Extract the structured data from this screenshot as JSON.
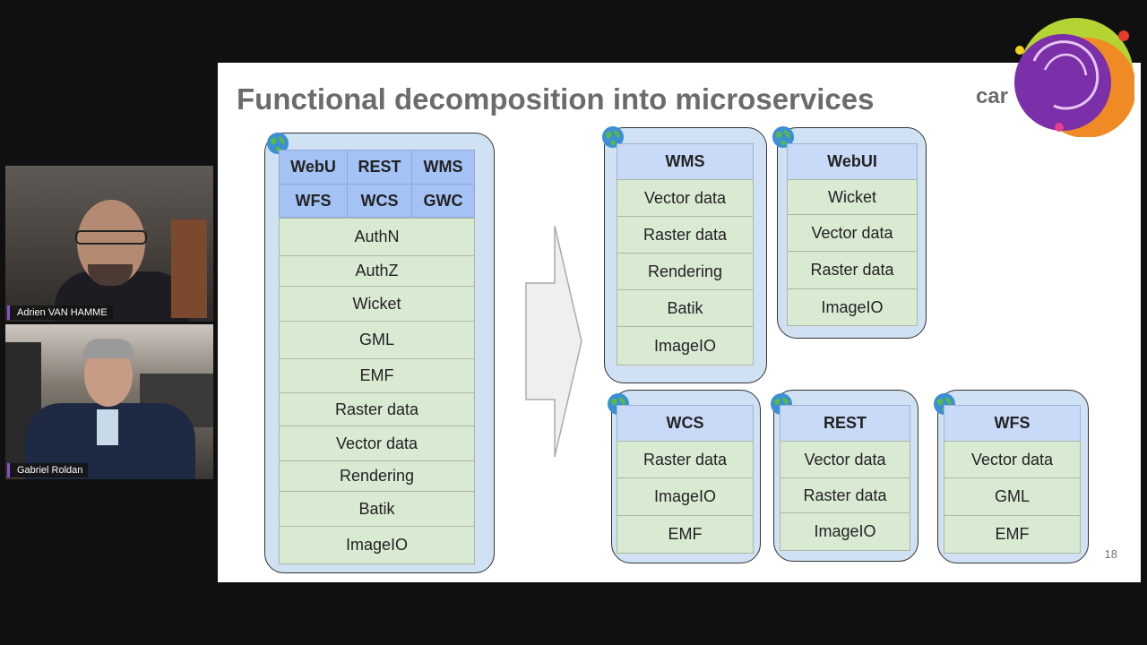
{
  "participants": [
    {
      "name": "Adrien VAN HAMME"
    },
    {
      "name": "Gabriel Roldan"
    }
  ],
  "slide": {
    "title": "Functional decomposition into microservices",
    "brand_partial": "car",
    "page_number": "18"
  },
  "monolith": {
    "protocols": [
      "WebU",
      "REST",
      "WMS",
      "WFS",
      "WCS",
      "GWC"
    ],
    "modules": [
      "AuthN",
      "AuthZ",
      "Wicket",
      "GML",
      "EMF",
      "Raster data",
      "Vector data",
      "Rendering",
      "Batik",
      "ImageIO"
    ]
  },
  "services": [
    {
      "title": "WMS",
      "items": [
        "Vector data",
        "Raster data",
        "Rendering",
        "Batik",
        "ImageIO"
      ]
    },
    {
      "title": "WebUI",
      "items": [
        "Wicket",
        "Vector data",
        "Raster data",
        "ImageIO"
      ]
    },
    {
      "title": "WCS",
      "items": [
        "Raster data",
        "ImageIO",
        "EMF"
      ]
    },
    {
      "title": "REST",
      "items": [
        "Vector data",
        "Raster data",
        "ImageIO"
      ]
    },
    {
      "title": "WFS",
      "items": [
        "Vector data",
        "GML",
        "EMF"
      ]
    }
  ],
  "icons": {
    "globe": "globe-icon",
    "arrow": "right-arrow-icon",
    "logo": "conference-logo"
  },
  "colors": {
    "container": "#cfe1f3",
    "module": "#d9ead3",
    "protocol": "#a4c2f4",
    "service_header": "#c9daf8"
  }
}
